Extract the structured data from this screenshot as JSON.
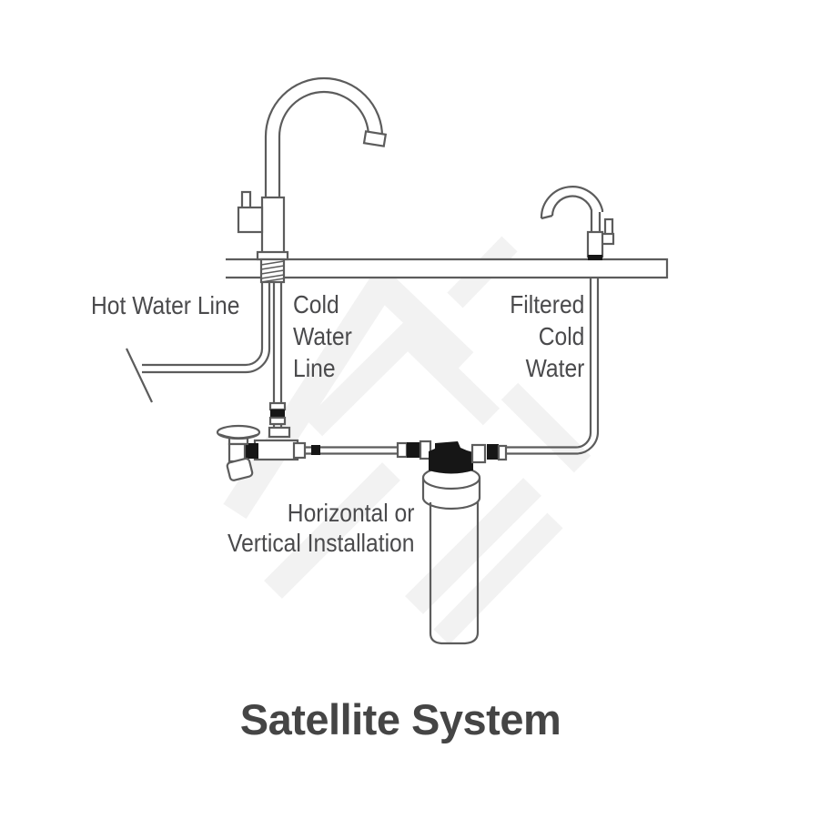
{
  "title": {
    "text": "Satellite System"
  },
  "labels": {
    "hot_water_line": "Hot Water Line",
    "cold_water_line": "Cold\nWater\nLine",
    "filtered_cold_water": "Filtered\nCold\nWater",
    "installation": "Horizontal or\nVertical Installation"
  },
  "components": [
    "main-mixer-faucet",
    "filtered-water-faucet",
    "countertop",
    "hot-water-pipe",
    "pipe-break-mark",
    "cold-water-pipe",
    "shutoff-valve",
    "tee-adapter",
    "supply-tube",
    "filter-head",
    "filter-cartridge",
    "filtered-water-pipe",
    "watermark-logo"
  ],
  "colors": {
    "line": "#5c5c5c",
    "black_fill": "#161616",
    "label_text": "#4a4a4c",
    "title": "#454545",
    "watermark": "#f2f2f2"
  }
}
